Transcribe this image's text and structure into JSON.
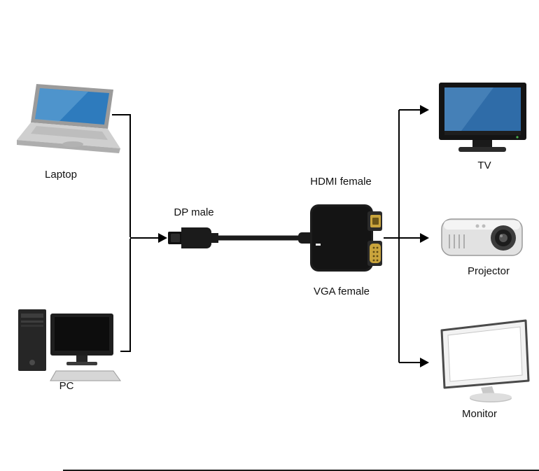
{
  "diagram": {
    "sources": [
      {
        "id": "laptop",
        "label": "Laptop"
      },
      {
        "id": "pc",
        "label": "PC"
      }
    ],
    "adapter": {
      "dp_label": "DP male",
      "hdmi_label": "HDMI female",
      "vga_label": "VGA female"
    },
    "outputs": [
      {
        "id": "tv",
        "label": "TV"
      },
      {
        "id": "projector",
        "label": "Projector"
      },
      {
        "id": "monitor",
        "label": "Monitor"
      }
    ],
    "colors": {
      "line": "#000000",
      "label_text": "#111111",
      "laptop_screen": "#2e7bbd",
      "tv_screen": "#2f6ca8",
      "adapter_body": "#1b1b1b",
      "port_gold": "#c9a43c"
    }
  }
}
